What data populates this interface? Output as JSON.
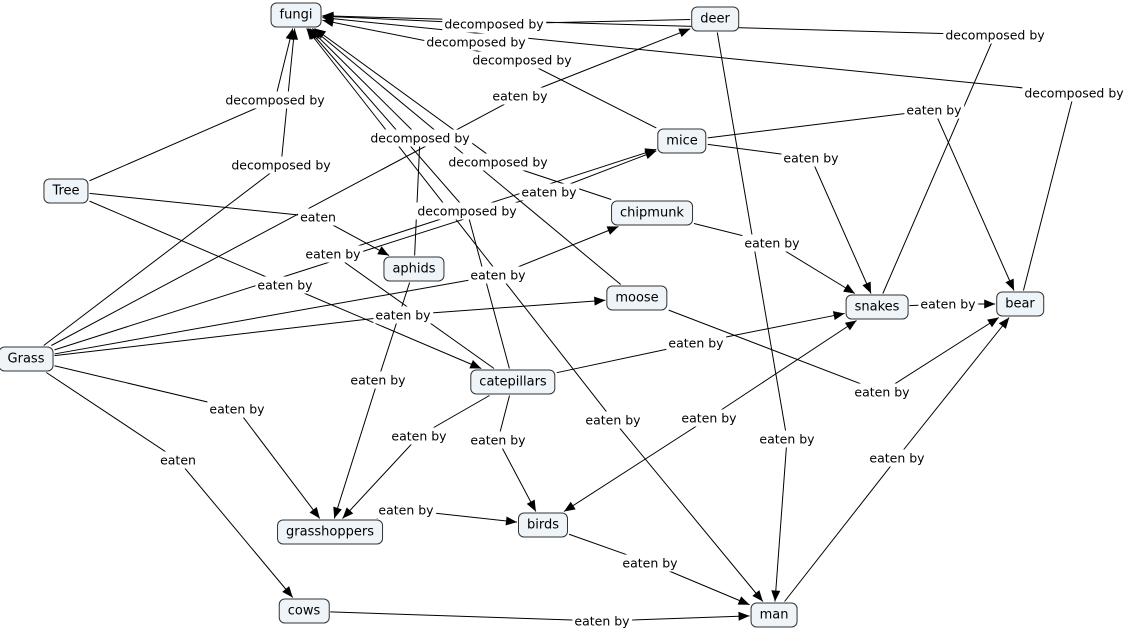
{
  "concepts": {
    "fungi": "fungi",
    "deer": "deer",
    "mice": "mice",
    "tree": "Tree",
    "chipmunk": "chipmunk",
    "aphids": "aphids",
    "moose": "moose",
    "snakes": "snakes",
    "bear": "bear",
    "grass": "Grass",
    "catepillars": "catepillars",
    "grasshoppers": "grasshoppers",
    "birds": "birds",
    "cows": "cows",
    "man": "man"
  },
  "relations": [
    {
      "id": "deer-fungi",
      "from": "deer",
      "to": "fungi",
      "label": "decomposed by",
      "arrow": "end"
    },
    {
      "id": "mice-fungi",
      "from": "mice",
      "to": "fungi",
      "label": "decomposed by",
      "arrow": "end"
    },
    {
      "id": "snakes-fungi",
      "from": "snakes",
      "to": "fungi",
      "label": "decomposed by",
      "arrow": "end"
    },
    {
      "id": "bear-fungi",
      "from": "bear",
      "to": "fungi",
      "label": "decomposed by",
      "arrow": "end"
    },
    {
      "id": "tree-fungi",
      "from": "tree",
      "to": "fungi",
      "label": "decomposed by",
      "arrow": "end"
    },
    {
      "id": "grass-fungi",
      "from": "grass",
      "to": "fungi",
      "label": "decomposed by",
      "arrow": "end"
    },
    {
      "id": "aphids-fungi",
      "from": "aphids",
      "to": "fungi",
      "label": "decomposed by",
      "arrow": "end"
    },
    {
      "id": "chipmunk-fungi",
      "from": "chipmunk",
      "to": "fungi",
      "label": "decomposed by",
      "arrow": "end"
    },
    {
      "id": "catepillars-fungi",
      "from": "catepillars",
      "to": "fungi",
      "label": "decomposed by",
      "arrow": "end"
    },
    {
      "id": "moose-fungi",
      "from": "moose",
      "to": "fungi",
      "label": "",
      "arrow": "end"
    },
    {
      "id": "grass-deer",
      "from": "grass",
      "to": "deer",
      "label": "eaten by",
      "arrow": "end"
    },
    {
      "id": "grass-mice",
      "from": "grass",
      "to": "mice",
      "label": "eaten by",
      "arrow": "end"
    },
    {
      "id": "grass-chipmunk",
      "from": "grass",
      "to": "chipmunk",
      "label": "eaten by",
      "arrow": "end"
    },
    {
      "id": "grass-moose",
      "from": "grass",
      "to": "moose",
      "label": "eaten by",
      "arrow": "end"
    },
    {
      "id": "grass-grasshoppers",
      "from": "grass",
      "to": "grasshoppers",
      "label": "eaten by",
      "arrow": "end"
    },
    {
      "id": "grass-cows",
      "from": "grass",
      "to": "cows",
      "label": "eaten",
      "arrow": "end"
    },
    {
      "id": "tree-aphids",
      "from": "tree",
      "to": "aphids",
      "label": "eaten",
      "arrow": "end"
    },
    {
      "id": "tree-catepillars",
      "from": "tree",
      "to": "catepillars",
      "label": "eaten by",
      "arrow": "end"
    },
    {
      "id": "aphids-grasshoppers",
      "from": "aphids",
      "to": "grasshoppers",
      "label": "eaten by",
      "arrow": "end"
    },
    {
      "id": "catepillars-mice",
      "from": "catepillars",
      "to": "mice",
      "label": "eaten by",
      "arrow": "end"
    },
    {
      "id": "catepillars-snakes",
      "from": "catepillars",
      "to": "snakes",
      "label": "eaten by",
      "arrow": "end"
    },
    {
      "id": "catepillars-grasshoppers",
      "from": "catepillars",
      "to": "grasshoppers",
      "label": "eaten by",
      "arrow": "end"
    },
    {
      "id": "catepillars-birds",
      "from": "catepillars",
      "to": "birds",
      "label": "eaten by",
      "arrow": "end"
    },
    {
      "id": "mice-snakes",
      "from": "mice",
      "to": "snakes",
      "label": "eaten by",
      "arrow": "end"
    },
    {
      "id": "mice-bear",
      "from": "mice",
      "to": "bear",
      "label": "eaten by",
      "arrow": "end"
    },
    {
      "id": "chipmunk-snakes",
      "from": "chipmunk",
      "to": "snakes",
      "label": "eaten by",
      "arrow": "end"
    },
    {
      "id": "snakes-bear",
      "from": "snakes",
      "to": "bear",
      "label": "eaten by",
      "arrow": "end"
    },
    {
      "id": "moose-bear",
      "from": "moose",
      "to": "bear",
      "label": "eaten by",
      "arrow": "end"
    },
    {
      "id": "deer-man",
      "from": "deer",
      "to": "man",
      "label": "eaten by",
      "arrow": "end"
    },
    {
      "id": "man-bear",
      "from": "man",
      "to": "bear",
      "label": "eaten by",
      "arrow": "end"
    },
    {
      "id": "grasshoppers-birds",
      "from": "grasshoppers",
      "to": "birds",
      "label": "eaten by",
      "arrow": "end"
    },
    {
      "id": "birds-man",
      "from": "birds",
      "to": "man",
      "label": "eaten by",
      "arrow": "end"
    },
    {
      "id": "cows-man",
      "from": "cows",
      "to": "man",
      "label": "eaten by",
      "arrow": "end"
    },
    {
      "id": "fungi-man",
      "from": "fungi",
      "to": "man",
      "label": "eaten by",
      "arrow": "both"
    },
    {
      "id": "snakes-birds",
      "from": "snakes",
      "to": "birds",
      "label": "eaten by",
      "arrow": "both"
    }
  ]
}
